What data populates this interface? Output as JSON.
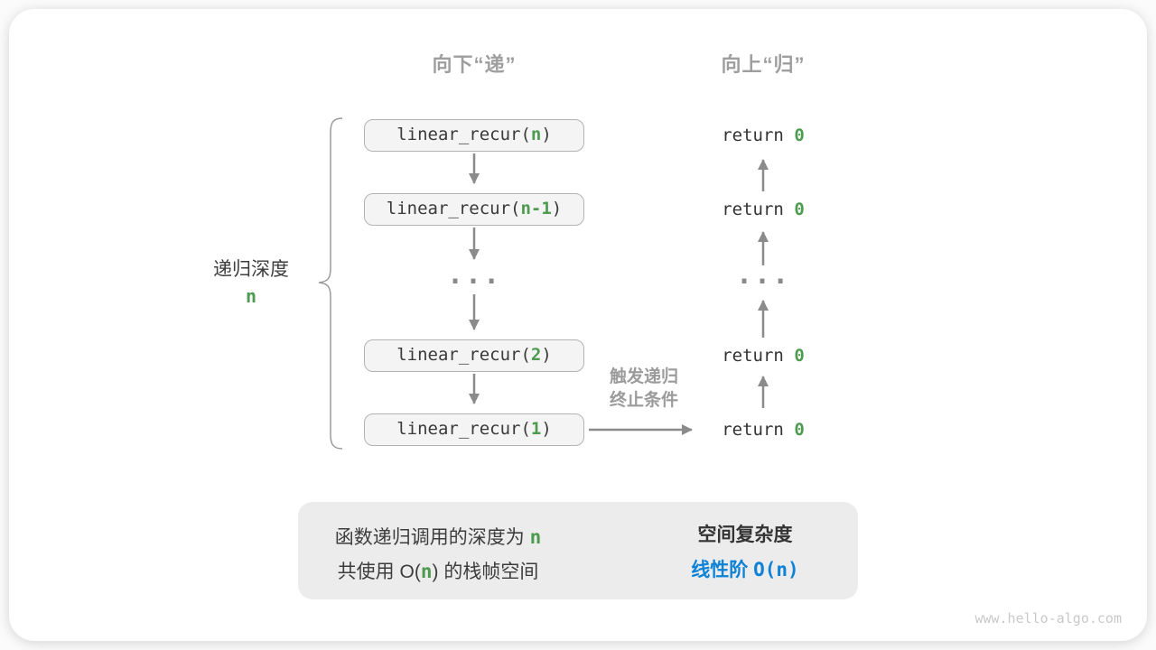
{
  "headers": {
    "down": "向下“递”",
    "up": "向上“归”"
  },
  "depth_brace": {
    "label": "递归深度",
    "value": "n"
  },
  "stack": {
    "boxes": [
      {
        "prefix": "linear_recur(",
        "arg": "n",
        "suffix": ")"
      },
      {
        "prefix": "linear_recur(",
        "arg": "n-1",
        "suffix": ")"
      },
      {
        "prefix": "linear_recur(",
        "arg": "2",
        "suffix": ")"
      },
      {
        "prefix": "linear_recur(",
        "arg": "1",
        "suffix": ")"
      }
    ],
    "dots": "...",
    "returns": [
      {
        "prefix": "return ",
        "value": "0"
      },
      {
        "prefix": "return ",
        "value": "0"
      },
      {
        "prefix": "return ",
        "value": "0"
      },
      {
        "prefix": "return ",
        "value": "0"
      }
    ],
    "trigger_line1": "触发递归",
    "trigger_line2": "终止条件"
  },
  "summary": {
    "line1_prefix": "函数递归调用的深度为 ",
    "line1_value": "n",
    "line2_seg1": "共使用 O(",
    "line2_value": "n",
    "line2_seg2": ") 的栈帧空间",
    "right_title": "空间复杂度",
    "right_value_prefix": "线性阶 ",
    "right_value_code": "O(n)"
  },
  "watermark": "www.hello-algo.com",
  "colors": {
    "green": "#4c9b4f",
    "blue": "#0d82d6",
    "arrow": "#8b8b8b",
    "header_gray": "#9e9e9e",
    "box_fill": "#f4f4f4",
    "box_border": "#b3b3b3",
    "summary_fill": "#ececec"
  }
}
